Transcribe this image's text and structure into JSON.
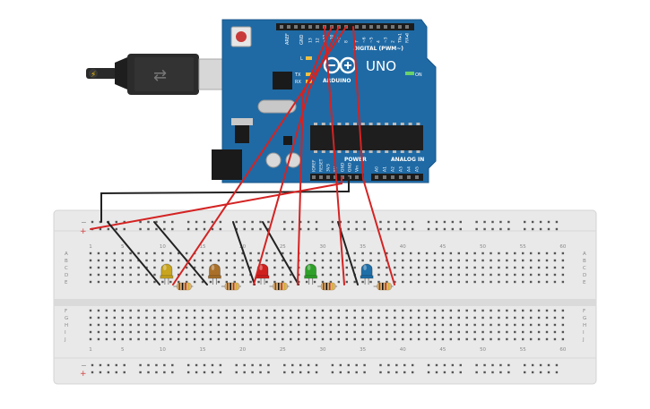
{
  "arduino": {
    "brand": "ARDUINO",
    "model": "UNO",
    "on_label": "ON",
    "digital_header": "DIGITAL (PWM~)",
    "analog_header": "ANALOG IN",
    "power_header": "POWER",
    "tx_label": "TX",
    "rx_label": "RX",
    "l_label": "L",
    "aref_label": "AREF",
    "gnd_label": "GND",
    "digital_pins": [
      "13",
      "12",
      "~11",
      "~10",
      "~9",
      "8",
      "7",
      "~6",
      "~5",
      "4",
      "~3",
      "2",
      "TX▸1",
      "RX◂0"
    ],
    "power_pins": [
      "IOREF",
      "RESET",
      "3V3",
      "5V",
      "GND",
      "GND",
      "Vin"
    ],
    "analog_pins": [
      "A0",
      "A1",
      "A2",
      "A3",
      "A4",
      "A5"
    ]
  },
  "breadboard": {
    "column_numbers": [
      "1",
      "5",
      "10",
      "15",
      "20",
      "25",
      "30",
      "35",
      "40",
      "45",
      "50",
      "55",
      "60"
    ],
    "row_letters_top": [
      "A",
      "B",
      "C",
      "D",
      "E"
    ],
    "row_letters_bottom": [
      "F",
      "G",
      "H",
      "I",
      "J"
    ],
    "rail_minus": "−",
    "rail_plus": "+"
  },
  "leds": [
    {
      "color": "#c8a41f"
    },
    {
      "color": "#a9702a"
    },
    {
      "color": "#d0201e"
    },
    {
      "color": "#2fa12a"
    },
    {
      "color": "#1f6fa8"
    }
  ],
  "wire_colors": {
    "signal": "#d42323",
    "ground": "#222222"
  }
}
